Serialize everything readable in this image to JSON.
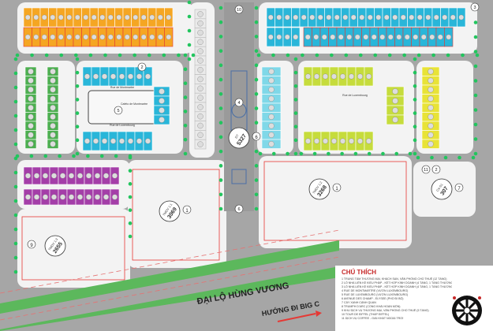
{
  "map": {
    "road_main": "ĐẠI LỘ HÙNG VƯƠNG",
    "direction": "HƯỚNG ĐI BIG C",
    "street_montmartre": "Rue de Montmartre",
    "garden_label": "Cafeto de Montmartre",
    "street_luxembourg": "Rue de Luxembourg",
    "lots": [
      {
        "code": "TMDV 1.1",
        "area": "3069",
        "num": "1"
      },
      {
        "code": "TMDV 1.2",
        "area": "3268",
        "num": "1"
      },
      {
        "code": "TMDV 1.3",
        "area": "2655",
        "num": "9"
      },
      {
        "code": "CX-01",
        "area": "307",
        "num": "7"
      },
      {
        "code": "DT",
        "area": "5327",
        "num": "6"
      }
    ],
    "markers": [
      "2",
      "3",
      "4",
      "5",
      "6",
      "10",
      "11"
    ]
  },
  "legend": {
    "title": "CHÚ THÍCH",
    "items": [
      "1 TRUNG TÂM THƯƠNG MẠI, KHÁCH SẠN, VĂN PHÒNG CHO THUÊ (12 TẦNG)",
      "2 LÔ NHÀ LIÊN KẾ KIỂU PHÁP - KẾT HỢP KINH DOANH (4 TẦNG, 1 TẦNG THƯƠNG MẠI)",
      "3 LÔ NHÀ LIÊN KẾ KIỂU PHÁP - KẾT HỢP KINH DOANH (4 TẦNG, 1 TẦNG THƯƠNG MẠI)",
      "4 RUE DE MONTMARTRE (VƯỜN LUXEMBOURG)",
      "5 RUE DE LUXEMBOURG (VƯỜN LUXEMBOURG)",
      "6 AVENUE DES CHAMP - ELYSEE (PHỐ ĐI BỘ)",
      "7 CÂY XANH CẢNH QUAN",
      "8 TRUMPH D'ARC (CỔNG KHẢI HOÀN MÔN)",
      "9 KHU DỊCH VỤ THƯƠNG MẠI, VĂN PHÒNG CHO THUÊ (5 TẦNG)",
      "10 TOUR DE EIFFEL (THÁP EIFFEL)",
      "11 DỊCH VỤ COFFEE - GIẢI KHÁT NGOÀI TRỜI"
    ]
  },
  "colors": {
    "orange": "#f5a623",
    "cyan": "#29b6d9",
    "green": "#4caf50",
    "lime": "#c6dc3c",
    "yellow": "#e8e337",
    "purple": "#a43ea8",
    "road": "#a6a6a6",
    "block": "#f3f3f3",
    "tree": "#22c55e",
    "red": "#e53935"
  }
}
